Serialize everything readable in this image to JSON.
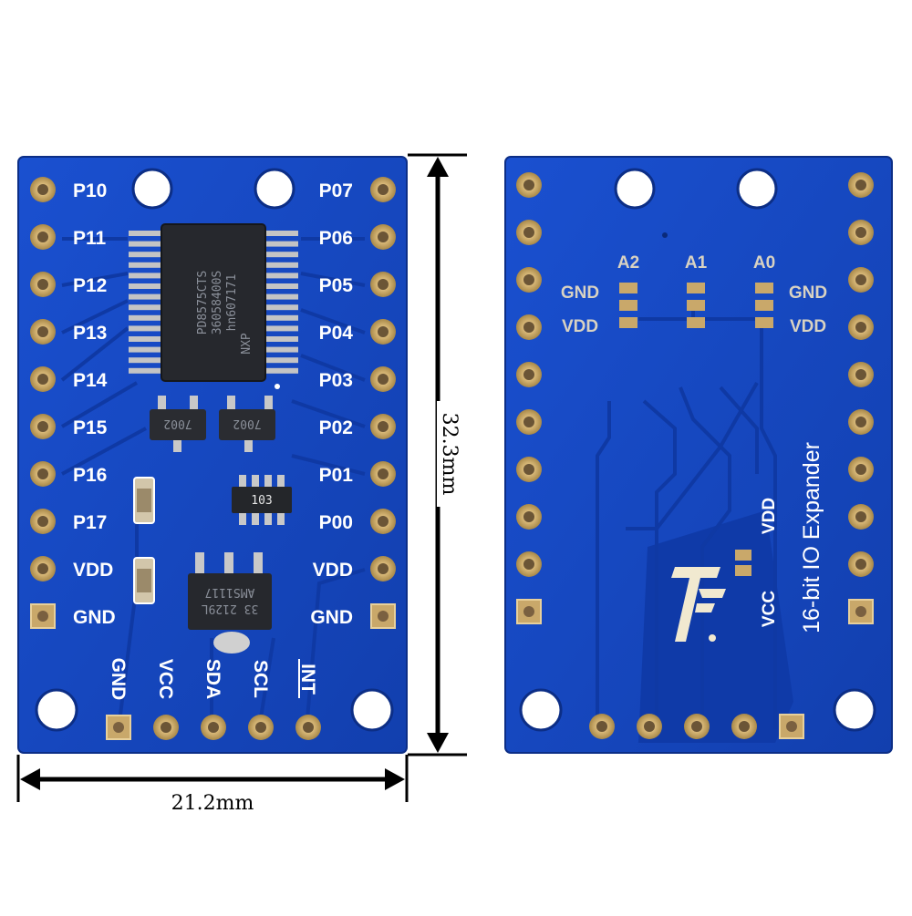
{
  "front": {
    "left_labels": [
      "P10",
      "P11",
      "P12",
      "P13",
      "P14",
      "P15",
      "P16",
      "P17",
      "VDD",
      "GND"
    ],
    "right_labels": [
      "P07",
      "P06",
      "P05",
      "P04",
      "P03",
      "P02",
      "P01",
      "P00",
      "VDD",
      "GND"
    ],
    "bottom_labels": [
      "GND",
      "VCC",
      "SDA",
      "SCL",
      "INT"
    ],
    "main_chip_text": [
      "PD8575CTS",
      "36058400S",
      "hn607171",
      "NXP"
    ],
    "transistor_text": [
      "7002",
      "7002"
    ],
    "resistor_array_text": "103",
    "regulator_text": [
      "33 2129L",
      "AMS1117"
    ]
  },
  "back": {
    "jumper_labels": [
      "A2",
      "A1",
      "A0"
    ],
    "left_labels": [
      "GND",
      "VDD"
    ],
    "right_labels": [
      "GND",
      "VDD"
    ],
    "vcc_label": "VCC",
    "vdd_label": "VDD",
    "caption": "16-bit IO Expander"
  },
  "dimensions": {
    "height": "32.3mm",
    "width": "21.2mm"
  },
  "colors": {
    "pcb": "#1646c2",
    "pcb_dark": "#0f3596",
    "pad": "#c9a86a",
    "silk": "#ffffff"
  }
}
